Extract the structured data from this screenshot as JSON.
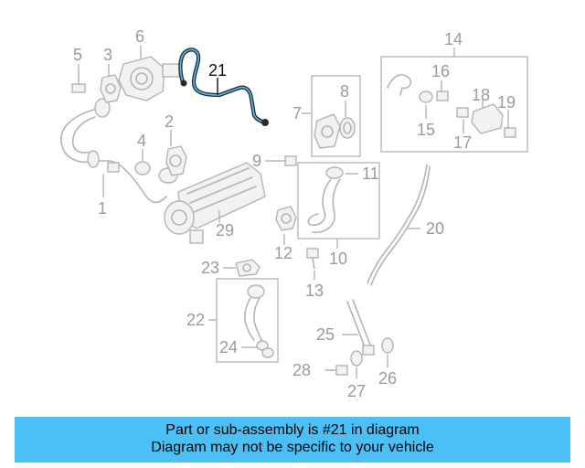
{
  "highlight_color": "#4cc0f5",
  "highlight_part": "21",
  "callouts": {
    "c1": "1",
    "c2": "2",
    "c3": "3",
    "c4": "4",
    "c5": "5",
    "c6": "6",
    "c7": "7",
    "c8": "8",
    "c9": "9",
    "c10": "10",
    "c11": "11",
    "c12": "12",
    "c13": "13",
    "c14": "14",
    "c15": "15",
    "c16": "16",
    "c17": "17",
    "c18": "18",
    "c19": "19",
    "c20": "20",
    "c21": "21",
    "c22": "22",
    "c23": "23",
    "c24": "24",
    "c25": "25",
    "c26": "26",
    "c27": "27",
    "c28": "28",
    "c29": "29"
  },
  "banner": {
    "line1": "Part or sub-assembly is #21 in diagram",
    "line2": "Diagram may not be specific to your vehicle"
  }
}
